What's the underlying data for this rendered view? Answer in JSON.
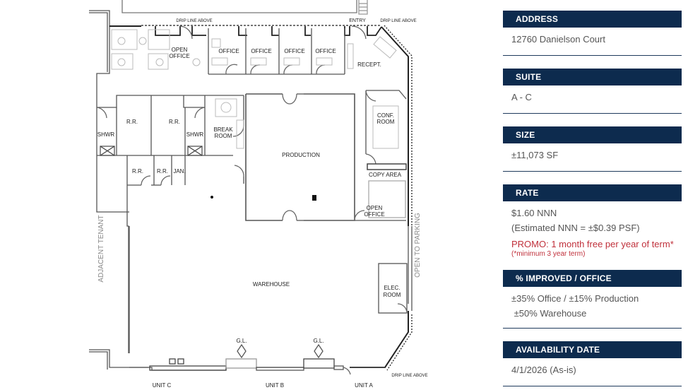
{
  "floorplan": {
    "labels": {
      "drip_line_top_left": "DRIP LINE ABOVE",
      "drip_line_top_right": "DRIP LINE ABOVE",
      "drip_line_bottom": "DRIP LINE ABOVE",
      "entry": "ENTRY",
      "open_office_1": "OPEN",
      "open_office_1b": "OFFICE",
      "office_1": "OFFICE",
      "office_2": "OFFICE",
      "office_3": "OFFICE",
      "office_4": "OFFICE",
      "recept": "RECEPT.",
      "rr_1": "R.R.",
      "rr_2": "R.R.",
      "rr_3": "R.R.",
      "rr_4": "R.R.",
      "jan": "JAN.",
      "shwr_1": "SHWR",
      "shwr_2": "SHWR",
      "break_room_1": "BREAK",
      "break_room_2": "ROOM",
      "production": "PRODUCTION",
      "conf_room_1": "CONF.",
      "conf_room_2": "ROOM",
      "copy_area": "COPY AREA",
      "open_office_2": "OPEN",
      "open_office_2b": "OFFICE",
      "warehouse": "WAREHOUSE",
      "elec_room_1": "ELEC.",
      "elec_room_2": "ROOM",
      "gl_1": "G.L.",
      "gl_2": "G.L.",
      "unit_c": "UNIT C",
      "unit_b": "UNIT B",
      "unit_a": "UNIT A",
      "adjacent_tenant": "ADJACENT TENANT",
      "open_to_parking": "OPEN TO PARKING"
    }
  },
  "panel": {
    "sections": [
      {
        "header": "ADDRESS",
        "lines": [
          "12760 Danielson Court"
        ]
      },
      {
        "header": "SUITE",
        "lines": [
          "A - C"
        ]
      },
      {
        "header": "SIZE",
        "lines": [
          "±11,073 SF"
        ]
      },
      {
        "header": "RATE",
        "lines": [
          "$1.60 NNN",
          "(Estimated NNN = ±$0.39 PSF)"
        ],
        "promo": "PROMO: 1 month free per year of term*",
        "promo_note": "(*minimum 3 year term)"
      },
      {
        "header": "% IMPROVED / OFFICE",
        "lines": [
          "±35% Office / ±15% Production",
          " ±50% Warehouse"
        ]
      },
      {
        "header": "AVAILABILITY DATE",
        "lines": [
          "4/1/2026 (As-is)"
        ]
      }
    ],
    "colors": {
      "header_bg": "#0d2b4e",
      "header_text": "#ffffff",
      "value_text": "#555555",
      "promo": "#c0303b",
      "rule": "#1e3a5c"
    }
  }
}
